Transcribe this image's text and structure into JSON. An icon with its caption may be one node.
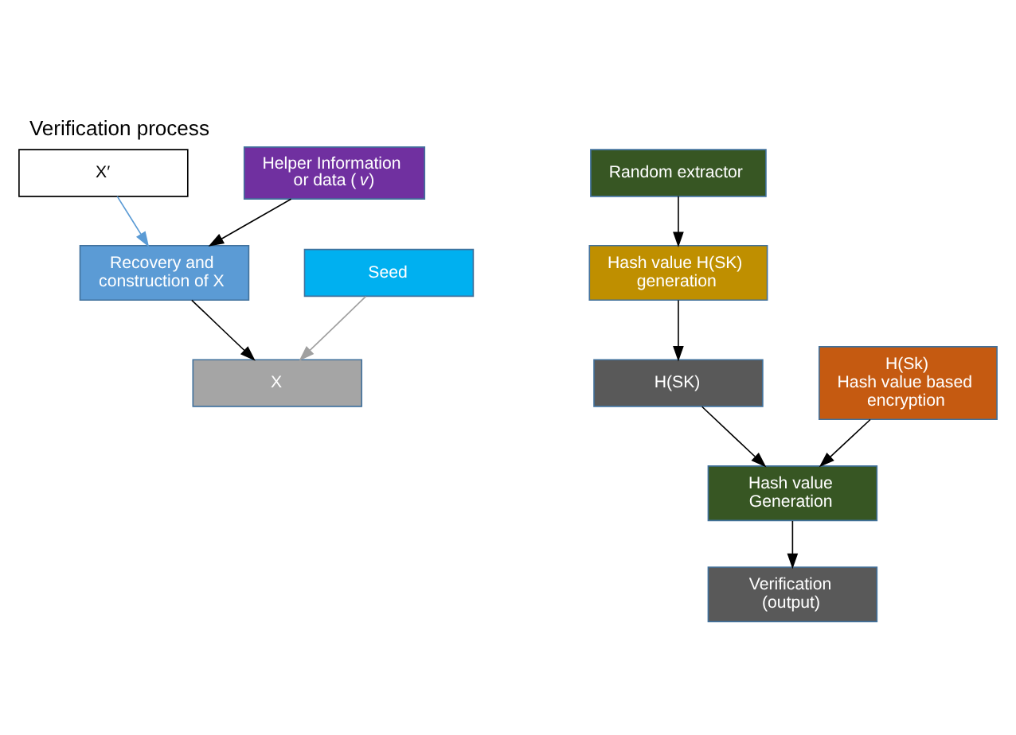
{
  "diagram": {
    "title": "Verification process",
    "nodes": [
      {
        "text": [
          "X′"
        ]
      },
      {
        "text": [
          "Recovery and construction of X"
        ]
      },
      {
        "text": [
          "Helper Information or data (*v*)"
        ]
      },
      {
        "text": [
          "X"
        ]
      },
      {
        "text": [
          "Seed"
        ]
      },
      {
        "text": [
          "Random extractor"
        ]
      },
      {
        "text": [
          "Hash value H(SK) generation"
        ]
      },
      {
        "text": [
          "H(SK)"
        ]
      },
      {
        "text": [
          "H(Sk)",
          "Hash value based encryption"
        ]
      },
      {
        "text": [
          "Hash value Generation"
        ]
      },
      {
        "text": [
          "Verification (output)"
        ]
      }
    ],
    "edges": [
      {
        "from": 0,
        "to": 1,
        "arrow": "to",
        "color": "#5b9bd5"
      },
      {
        "from": 1,
        "to": 3,
        "arrow": "to"
      },
      {
        "from": 2,
        "to": 1,
        "arrow": "to"
      },
      {
        "from": 4,
        "to": 3,
        "arrow": "to",
        "color": "#a0a0a0"
      },
      {
        "from": 5,
        "to": 6,
        "arrow": "to"
      },
      {
        "from": 6,
        "to": 7,
        "arrow": "to"
      },
      {
        "from": 7,
        "to": 9,
        "arrow": "to"
      },
      {
        "from": 8,
        "to": 9,
        "arrow": "to"
      },
      {
        "from": 9,
        "to": 10,
        "arrow": "to"
      }
    ]
  }
}
